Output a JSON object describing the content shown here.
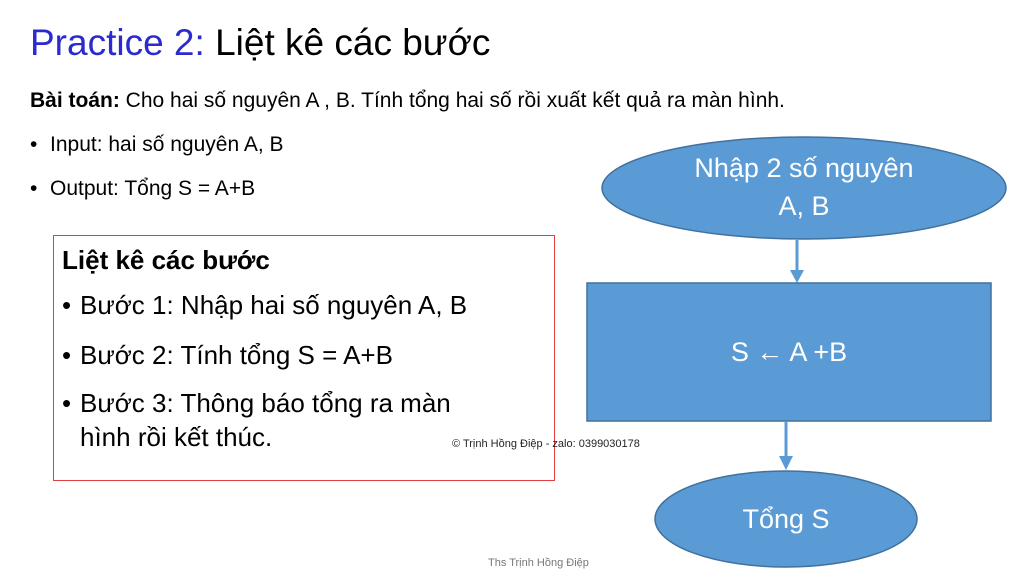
{
  "title": {
    "accent": "Practice 2:",
    "rest": " Liệt kê các bước"
  },
  "problem": {
    "label": "Bài toán:",
    "text": " Cho hai số nguyên A , B. Tính tổng hai số rồi xuất kết quả ra màn hình."
  },
  "io": {
    "input": "Input: hai số nguyên A, B",
    "output": "Output: Tổng S = A+B"
  },
  "steps": {
    "heading": "Liệt kê các bước",
    "step1": "Bước 1: Nhập hai số nguyên A, B",
    "step2": "Bước 2: Tính tổng S = A+B",
    "step3_line1": "Bước 3: Thông báo tổng ra màn",
    "step3_line2": "hình rồi kết thúc."
  },
  "flowchart": {
    "input_line1": "Nhập 2 số nguyên",
    "input_line2": "A, B",
    "process": "S ← A +B",
    "output": "Tổng S",
    "colors": {
      "fill": "#5b9bd5",
      "stroke": "#41719c",
      "text": "#ffffff"
    }
  },
  "copyright": "© Trịnh Hồng Điệp - zalo: 0399030178",
  "footer": "Ths Trịnh Hồng Điệp",
  "colors": {
    "title_accent": "#2a2ad0",
    "box_border": "#e04040"
  }
}
